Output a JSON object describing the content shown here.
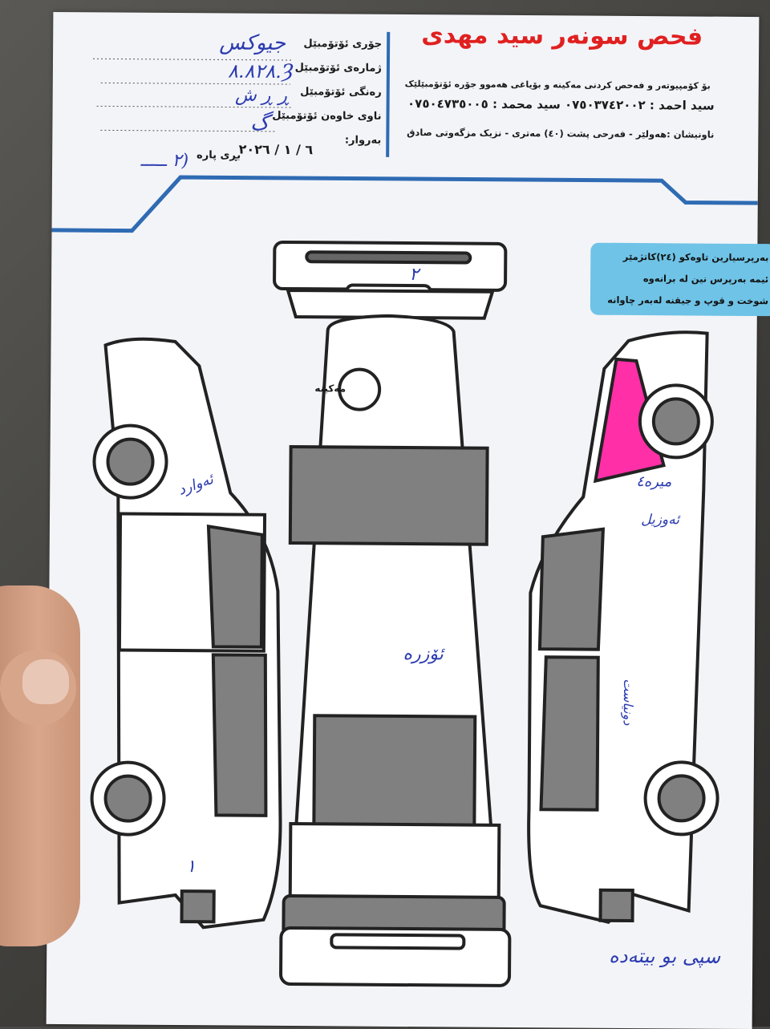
{
  "header": {
    "shop_name": "فحص سونەر سید مهدی",
    "description": "بۆ کۆمپیوتەر و فەحص کردنی مەکینە و بۆیاغی هەموو جۆرە ئۆتۆمبێلێک",
    "phones": "سید احمد : ٠٧٥٠٣٧٤٢٠٠٢ سید محمد : ٠٧٥٠٤٧٣٥٠٠٥",
    "address": "ناونیشان :هەولێر - فەرحی پشت (٤٠) مەتری - نزیک مزگەوتی صادق"
  },
  "form": {
    "car_type_label": "جۆری ئۆتۆمبێل",
    "car_number_label": "ژمارەی ئۆتۆمبێل",
    "car_color_label": "رەنگی ئۆتۆمبێل",
    "owner_name_label": "ناوی خاوەن ئۆتۆمبێل",
    "date_label": "بەروار:",
    "date_value": "٦ / ١ / ٢٠٢٦",
    "amount_label": "بڕی پارە",
    "car_type_value": "جیوکس",
    "car_number_value": "Ȝ.٨.٨٢٨",
    "car_color_value": "ڕ ڕ ش",
    "owner_name_value": "گ",
    "amount_value": "(٢ ـــــ"
  },
  "info_box": {
    "items": [
      "بەرپرسیارین تاوەکو (٢٤)کاتژمێر",
      "ئیمە بەرپرس نین لە برانەوە",
      "شوخت و قوپ و جیقنە لەبەر چاوانە"
    ]
  },
  "diagram": {
    "engine_label": "مەکینە",
    "notes": {
      "front_bumper": "٢",
      "roof": "ئۆزرە",
      "left_fender": "ئەوارد",
      "right_quarter_pink": "میرە٤",
      "right_quarter_text": "ئەوزیل",
      "right_door_text": "دونیاست",
      "left_rear_mark": "١",
      "footer_note": "سپی بو بیتەدە"
    }
  },
  "colors": {
    "title_red": "#e02020",
    "header_line_blue": "#2f6bb3",
    "info_box_blue": "#6fc3e6",
    "ink_blue": "#2b3bb0",
    "highlight_pink": "#ff2fa8"
  }
}
